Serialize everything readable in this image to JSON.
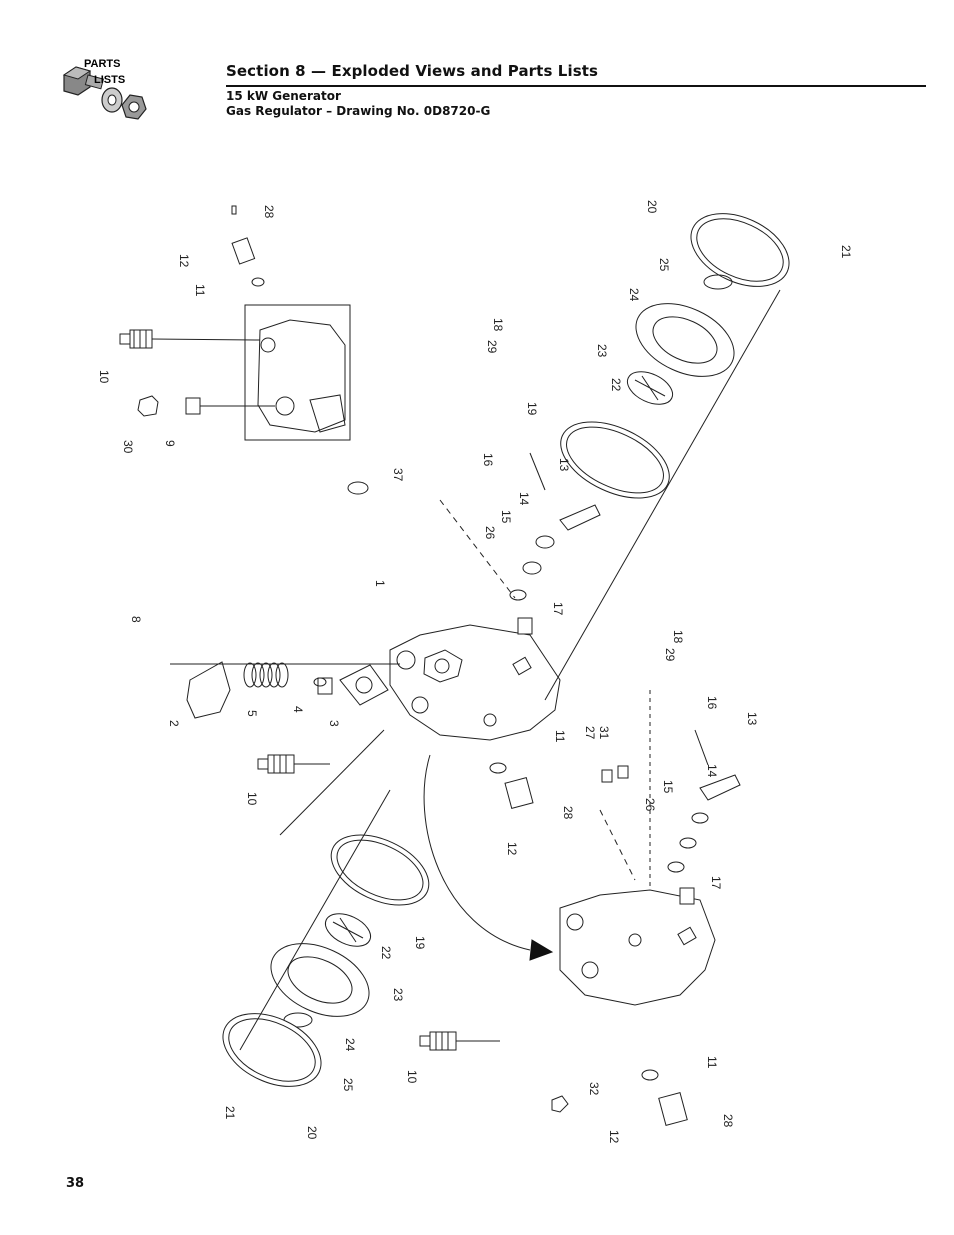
{
  "header": {
    "logo_line1": "PARTS",
    "logo_line2": "LISTS",
    "section_title": "Section 8 — Exploded Views and Parts Lists",
    "subtitle_line1": "15 kW Generator",
    "subtitle_line2": "Gas Regulator – Drawing No. 0D8720-G"
  },
  "footer": {
    "page_number": "38"
  },
  "callouts": {
    "c28a": "28",
    "c12a": "12",
    "c11a": "11",
    "c10a": "10",
    "c30": "30",
    "c9": "9",
    "c37": "37",
    "c20a": "20",
    "c21a": "21",
    "c25a": "25",
    "c24a": "24",
    "c23a": "23",
    "c22a": "22",
    "c29a": "29",
    "c18a": "18",
    "c19a": "19",
    "c16a": "16",
    "c13a": "13",
    "c14a": "14",
    "c15a": "15",
    "c26a": "26",
    "c17a": "17",
    "c1": "1",
    "c8": "8",
    "c2": "2",
    "c5": "5",
    "c4": "4",
    "c3": "3",
    "c10b": "10",
    "c11b": "11",
    "c28b": "28",
    "c12b": "12",
    "c27": "27",
    "c31": "31",
    "c29b": "29",
    "c18b": "18",
    "c16b": "16",
    "c13b": "13",
    "c14b": "14",
    "c15b": "15",
    "c26b": "26",
    "c17b": "17",
    "c19b": "19",
    "c22b": "22",
    "c23b": "23",
    "c24b": "24",
    "c25b": "25",
    "c21b": "21",
    "c20b": "20",
    "c10c": "10",
    "c32": "32",
    "c11c": "11",
    "c12c": "12",
    "c28c": "28"
  }
}
